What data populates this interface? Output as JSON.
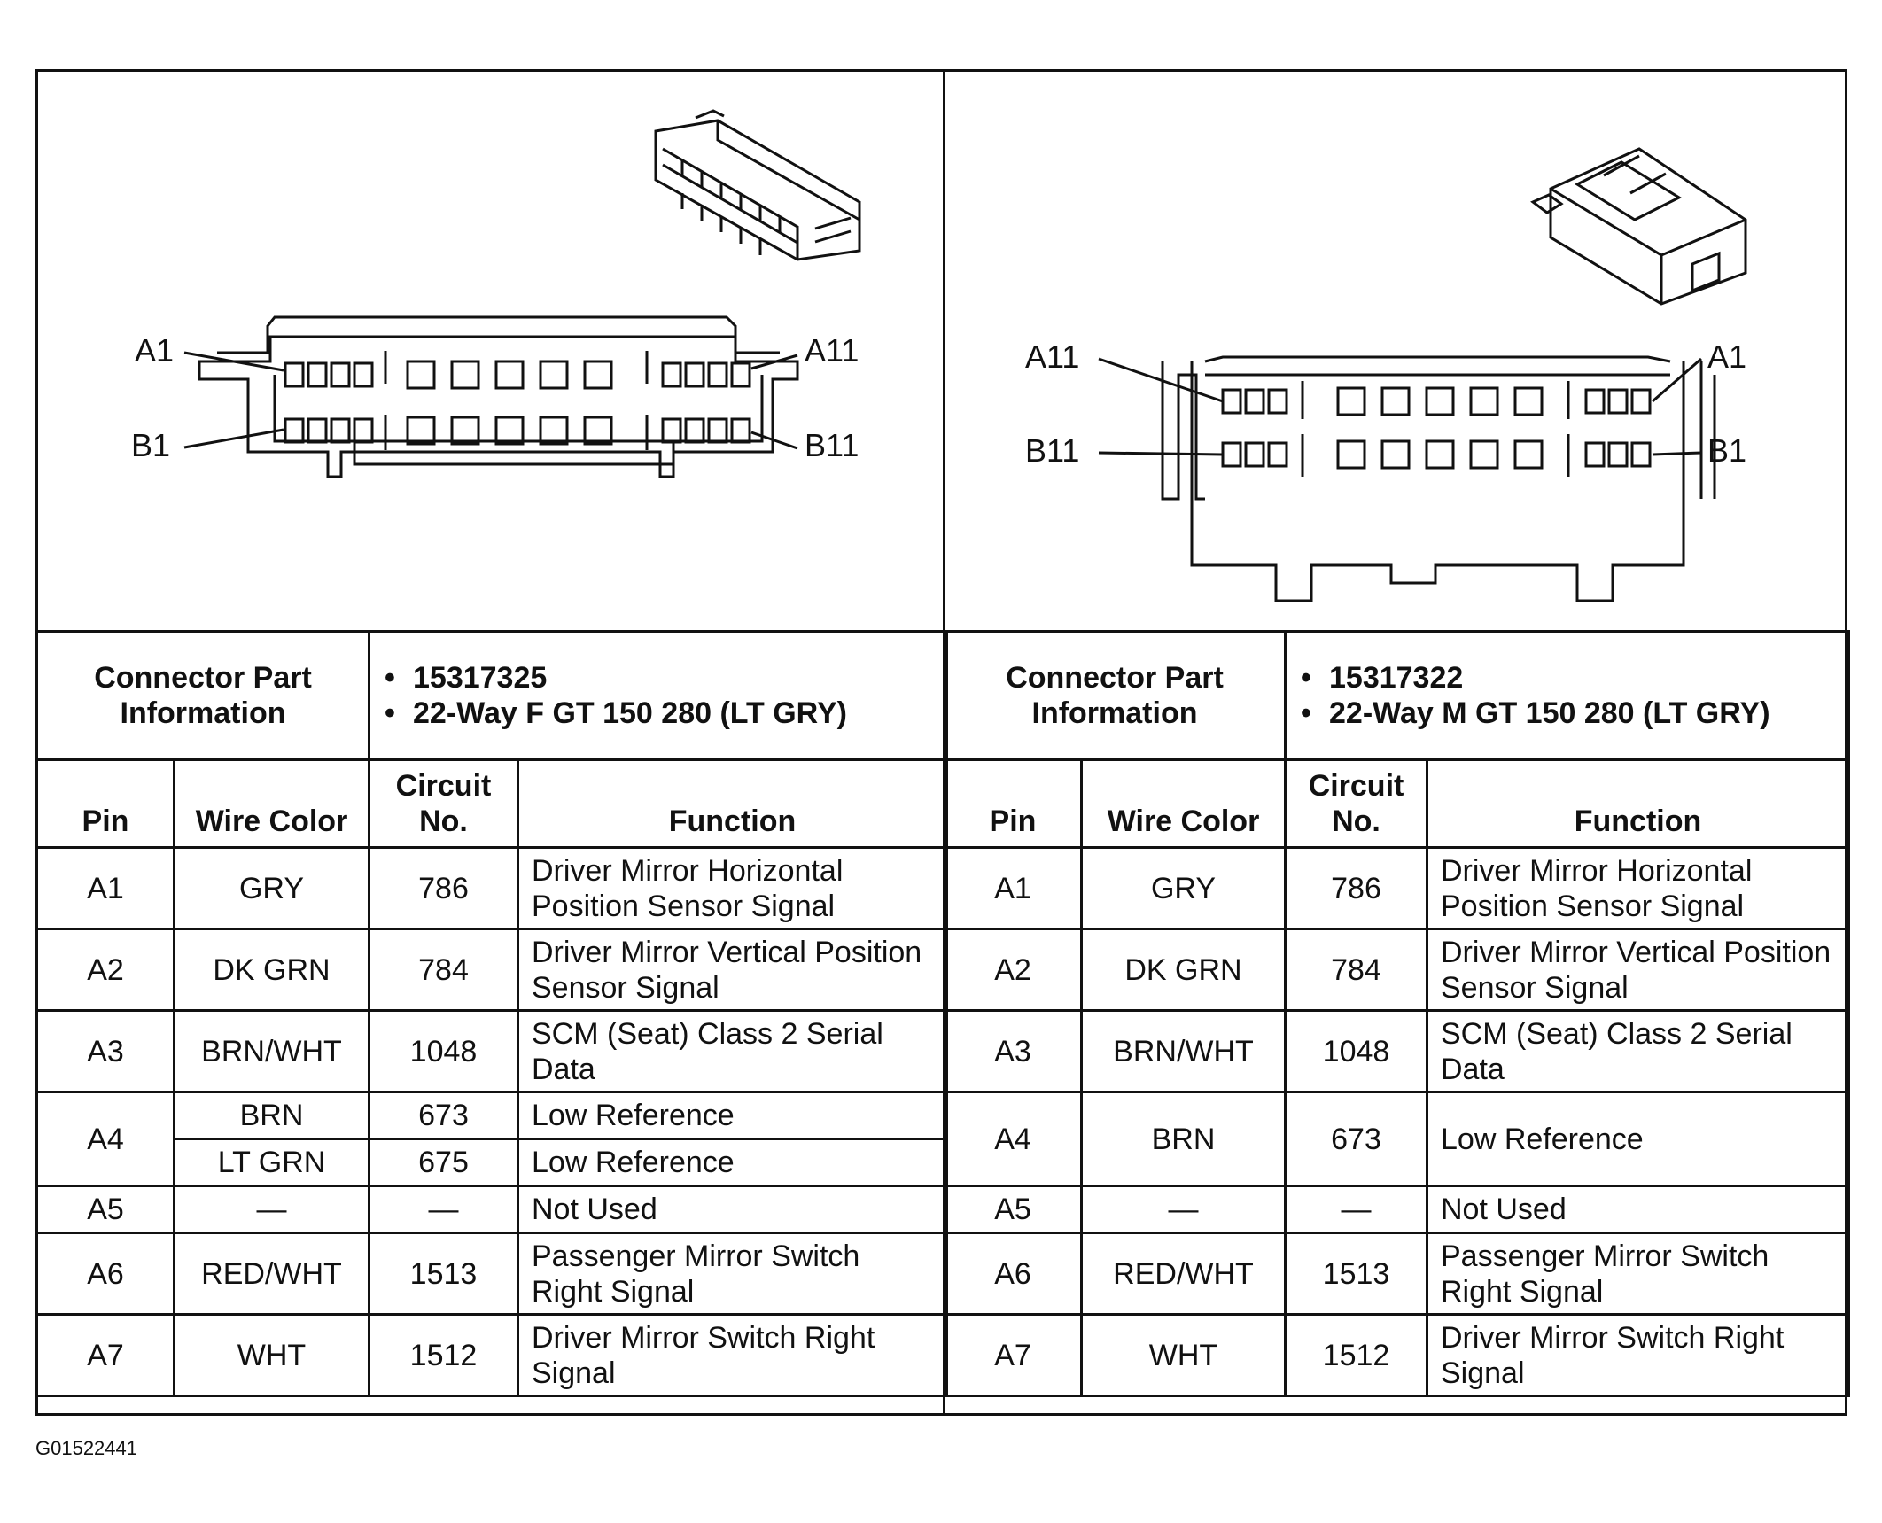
{
  "diagram": {
    "left_connector": {
      "labels": {
        "a1": "A1",
        "a11": "A11",
        "b1": "B1",
        "b11": "B11"
      }
    },
    "right_connector": {
      "labels": {
        "a1": "A1",
        "a11": "A11",
        "b1": "B1",
        "b11": "B11"
      }
    }
  },
  "left": {
    "part_info_label": "Connector Part Information",
    "part_number": "15317325",
    "description": "22-Way F GT 150 280 (LT GRY)",
    "headers": {
      "pin": "Pin",
      "wire_color": "Wire Color",
      "circuit": "Circuit No.",
      "function": "Function"
    },
    "rows": [
      {
        "pin": "A1",
        "wire": "GRY",
        "circuit": "786",
        "function": "Driver Mirror Horizontal Position Sensor Signal"
      },
      {
        "pin": "A2",
        "wire": "DK GRN",
        "circuit": "784",
        "function": "Driver Mirror Vertical Position Sensor Signal"
      },
      {
        "pin": "A3",
        "wire": "BRN/WHT",
        "circuit": "1048",
        "function": "SCM (Seat) Class 2 Serial Data"
      },
      {
        "pin": "A4",
        "wire": "BRN",
        "circuit": "673",
        "function": "Low Reference",
        "wire2": "LT GRN",
        "circuit2": "675",
        "function2": "Low Reference"
      },
      {
        "pin": "A5",
        "wire": "—",
        "circuit": "—",
        "function": "Not Used"
      },
      {
        "pin": "A6",
        "wire": "RED/WHT",
        "circuit": "1513",
        "function": "Passenger Mirror Switch Right Signal"
      },
      {
        "pin": "A7",
        "wire": "WHT",
        "circuit": "1512",
        "function": "Driver Mirror Switch Right Signal"
      }
    ]
  },
  "right": {
    "part_info_label": "Connector Part Information",
    "part_number": "15317322",
    "description": "22-Way M GT 150 280 (LT GRY)",
    "headers": {
      "pin": "Pin",
      "wire_color": "Wire Color",
      "circuit": "Circuit No.",
      "function": "Function"
    },
    "rows": [
      {
        "pin": "A1",
        "wire": "GRY",
        "circuit": "786",
        "function": "Driver Mirror Horizontal Position Sensor Signal"
      },
      {
        "pin": "A2",
        "wire": "DK GRN",
        "circuit": "784",
        "function": "Driver Mirror Vertical Position Sensor Signal"
      },
      {
        "pin": "A3",
        "wire": "BRN/WHT",
        "circuit": "1048",
        "function": "SCM (Seat) Class 2 Serial Data"
      },
      {
        "pin": "A4",
        "wire": "BRN",
        "circuit": "673",
        "function": "Low Reference"
      },
      {
        "pin": "A5",
        "wire": "—",
        "circuit": "—",
        "function": "Not Used"
      },
      {
        "pin": "A6",
        "wire": "RED/WHT",
        "circuit": "1513",
        "function": "Passenger Mirror Switch Right Signal"
      },
      {
        "pin": "A7",
        "wire": "WHT",
        "circuit": "1512",
        "function": "Driver Mirror Switch Right Signal"
      }
    ]
  },
  "footer": {
    "figure_id": "G01522441"
  }
}
